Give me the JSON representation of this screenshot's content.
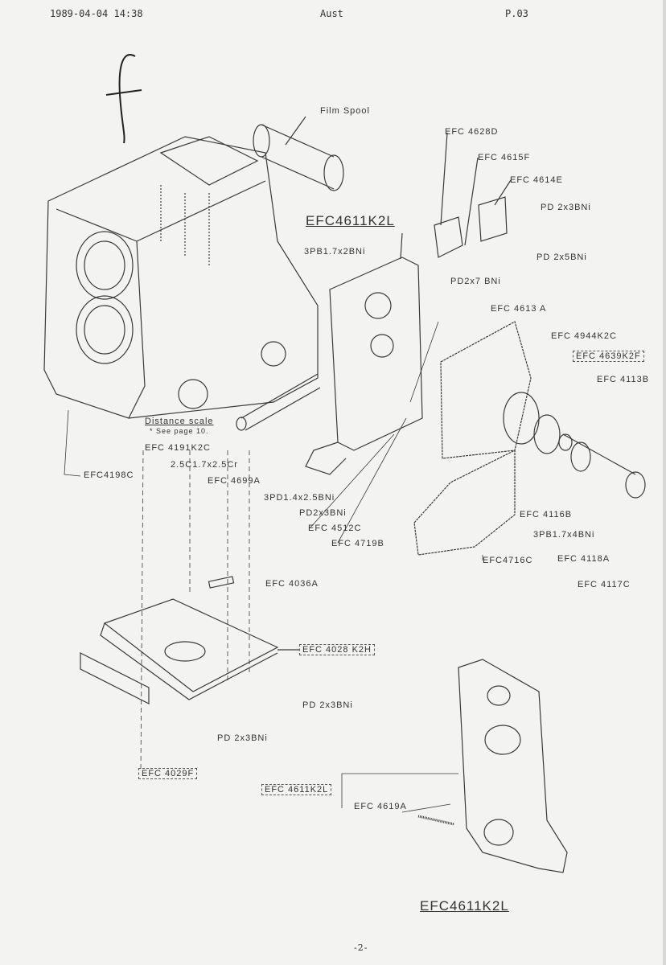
{
  "header": {
    "datetime": "1989-04-04  14:38",
    "sender": "Aust",
    "page": "P.03"
  },
  "handwritten_mark": "f",
  "labels": {
    "film_spool": "Film Spool",
    "efc4628d": "EFC 4628D",
    "efc4615f": "EFC 4615F",
    "efc4614e": "EFC 4614E",
    "pd2x3_top": "PD 2x3BNi",
    "pd2x5": "PD 2x5BNi",
    "efc4611k2l_main": "EFC4611K2L",
    "pb17x2": "3PB1.7x2BNi",
    "pd2x7": "PD2x7 BNi",
    "efc4613a": "EFC 4613 A",
    "efc4944k2c": "EFC 4944K2C",
    "efc4639k2f": "EFC 4639K2F",
    "efc4113b": "EFC 4113B",
    "distance_scale": "Distance scale",
    "see_page": "* See page 10.",
    "efc4191k2c": "EFC 4191K2C",
    "c17x25": "2.5C1.7x2.5Cr",
    "efc4699a": "EFC 4699A",
    "efc4198c": "EFC4198C",
    "pd14x25": "3PD1.4x2.5BNi",
    "pd2x3_mid": "PD2x3BNi",
    "efc4512c": "EFC 4512C",
    "efc4719b": "EFC 4719B",
    "efc4116b": "EFC 4116B",
    "pb17x4": "3PB1.7x4BNi",
    "efc4716c": "EFC4716C",
    "efc4118a": "EFC 4118A",
    "efc4117c": "EFC 4117C",
    "efc4036a": "EFC 4036A",
    "efc4028k2h": "EFC 4028 K2H",
    "pd2x3_a": "PD 2x3BNi",
    "pd2x3_b": "PD 2x3BNi",
    "efc4029f": "EFC 4029F",
    "efc4611k2l_box": "EFC 4611K2L",
    "efc4619a": "EFC 4619A",
    "efc4611k2l_bottom": "EFC4611K2L"
  },
  "footer": {
    "page_number": "-2-"
  }
}
